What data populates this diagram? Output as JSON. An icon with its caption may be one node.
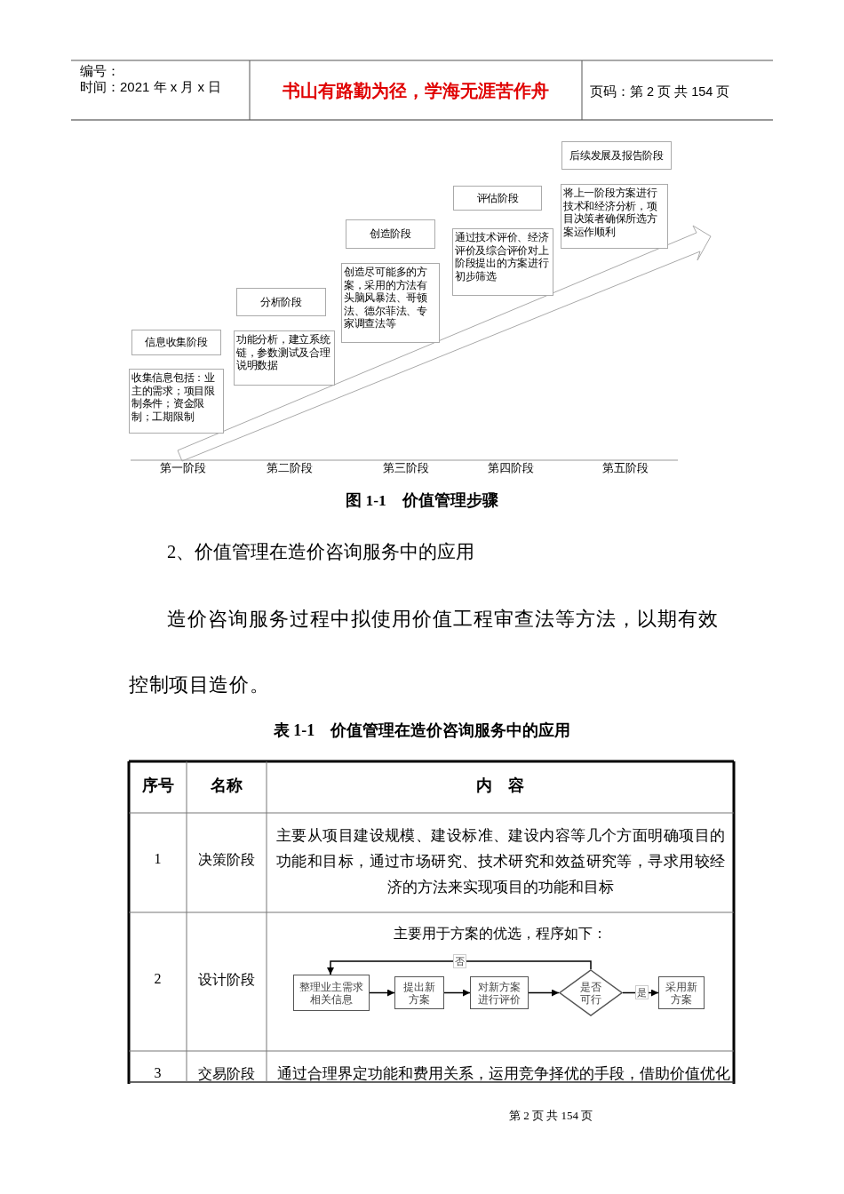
{
  "diagram": {
    "caption": "图 1-1　价值管理步骤",
    "nodes": [
      {
        "text": [
          "信息收集阶段"
        ]
      },
      {
        "text": [
          "收集信息包括：业主的需求；项目限制条件；资金限制；工期限制"
        ]
      },
      {
        "text": [
          "分析阶段"
        ]
      },
      {
        "text": [
          "功能分析，建立系统链，参数测试及合理说明数据"
        ]
      },
      {
        "text": [
          "创造阶段"
        ]
      },
      {
        "text": [
          "创造尽可能多的方案，采用的方法有头脑风暴法、哥顿法、德尔菲法、专家调查法等"
        ]
      },
      {
        "text": [
          "评估阶段"
        ]
      },
      {
        "text": [
          "通过技术评价、经济评价及综合评价对上阶段提出的方案进行初步筛选"
        ]
      },
      {
        "text": [
          "后续发展及报告阶段"
        ]
      },
      {
        "text": [
          "将上一阶段方案进行技术和经济分析，项目决策者确保所选方案运作顺利"
        ]
      },
      {
        "text": [
          "整理业主需求相关信息"
        ]
      },
      {
        "text": [
          "提出新方案"
        ]
      },
      {
        "text": [
          "对新方案进行评价"
        ]
      },
      {
        "text": [
          "是否可行"
        ]
      },
      {
        "text": [
          "采用新方案"
        ]
      }
    ],
    "edges": [
      {
        "from": 10,
        "to": 11,
        "arrow": "to"
      },
      {
        "from": 11,
        "to": 12,
        "arrow": "to"
      },
      {
        "from": 12,
        "to": 13,
        "arrow": "to"
      },
      {
        "from": 13,
        "to": 14,
        "arrow": "to",
        "label": "是"
      },
      {
        "from": 13,
        "to": 10,
        "arrow": "to",
        "label": "否"
      }
    ],
    "labels": [
      "编号：",
      "时间：2021 年 x 月 x 日",
      "书山有路勤为径，学海无涯苦作舟",
      "页码：第 2 页  共 154 页",
      "第一阶段",
      "第二阶段",
      "第三阶段",
      "第四阶段",
      "第五阶段",
      "2、价值管理在造价咨询服务中的应用",
      "造价咨询服务过程中拟使用价值工程审查法等方法，以期有效控制项目造价。",
      "表 1-1　价值管理在造价咨询服务中的应用",
      "序号",
      "名称",
      "内　容",
      "1",
      "决策阶段",
      "主要从项目建设规模、建设标准、建设内容等几个方面明确项目的功能和目标，通过市场研究、技术研究和效益研究等，寻求用较经济的方法来实现项目的功能和目标",
      "2",
      "设计阶段",
      "主要用于方案的优选，程序如下：",
      "3",
      "交易阶段",
      "通过合理界定功能和费用关系，运用竞争择优的手段，借助价值优化",
      "第 2 页 共 154 页"
    ]
  }
}
